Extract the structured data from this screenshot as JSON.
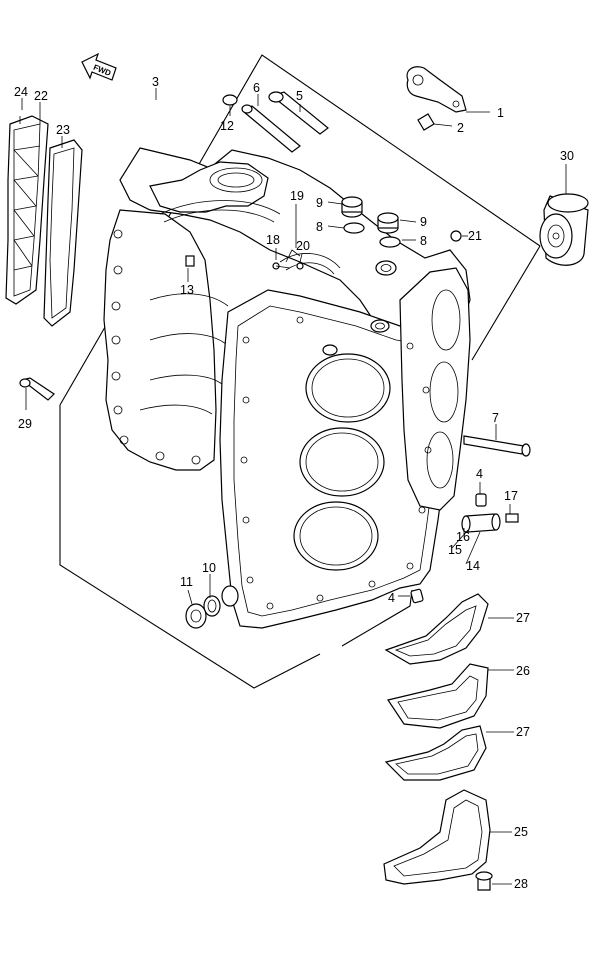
{
  "fwd_label": "FWD",
  "callouts": {
    "c1": "1",
    "c2": "2",
    "c3": "3",
    "c4a": "4",
    "c4b": "4",
    "c5": "5",
    "c6": "6",
    "c7": "7",
    "c8a": "8",
    "c8b": "8",
    "c9a": "9",
    "c9b": "9",
    "c10": "10",
    "c11": "11",
    "c12": "12",
    "c13": "13",
    "c14": "14",
    "c15": "15",
    "c16": "16",
    "c17": "17",
    "c18": "18",
    "c19": "19",
    "c20": "20",
    "c21": "21",
    "c22": "22",
    "c23": "23",
    "c24": "24",
    "c25": "25",
    "c26": "26",
    "c27a": "27",
    "c27b": "27",
    "c28": "28",
    "c29": "29",
    "c30": "30"
  }
}
